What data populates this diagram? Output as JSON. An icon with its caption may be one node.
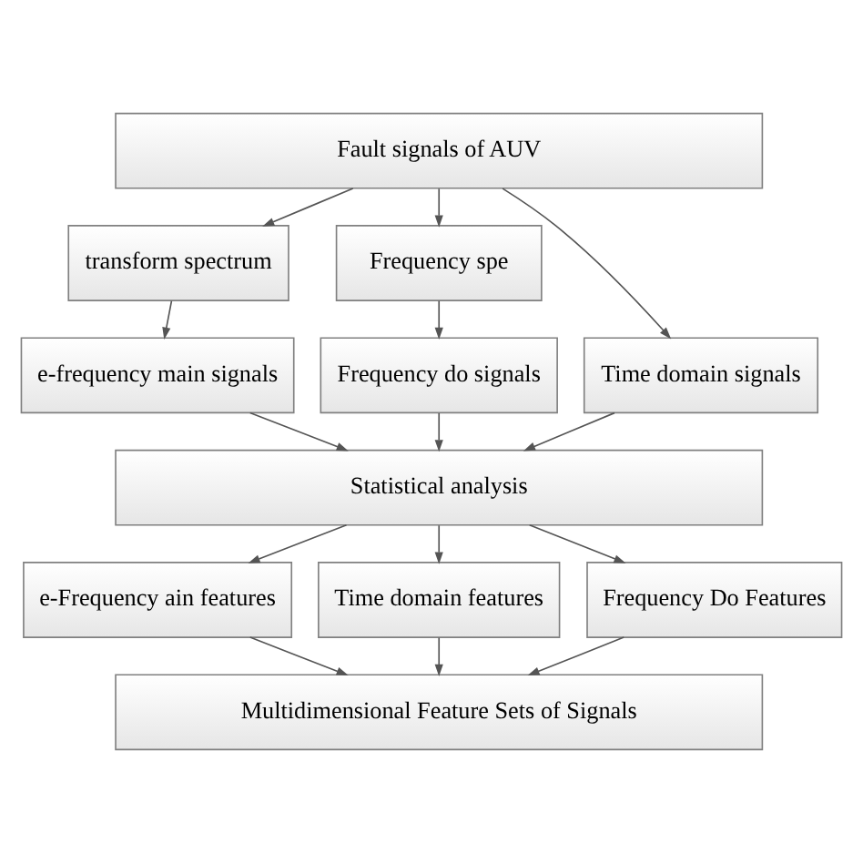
{
  "diagram": {
    "nodes": [
      {
        "text": [
          "Fault signals of AUV"
        ]
      },
      {
        "text": [
          "transform spectrum"
        ]
      },
      {
        "text": [
          "Frequency spe"
        ]
      },
      {
        "text": [
          "e-frequency main signals"
        ]
      },
      {
        "text": [
          "Time domain signals"
        ]
      },
      {
        "text": [
          "Frequency do signals"
        ]
      },
      {
        "text": [
          "Statistical analysis"
        ]
      },
      {
        "text": [
          "e-Frequency ain features"
        ]
      },
      {
        "text": [
          "Time domain features"
        ]
      },
      {
        "text": [
          "Frequency Do Features"
        ]
      },
      {
        "text": [
          "Multidimensional Feature Sets of Signals"
        ]
      }
    ],
    "edges": [
      {
        "from": 0,
        "to": 1,
        "arrow": "to"
      },
      {
        "from": 0,
        "to": 4,
        "arrow": "to"
      },
      {
        "from": 0,
        "to": 2,
        "arrow": "to"
      },
      {
        "from": 1,
        "to": 3,
        "arrow": "to"
      },
      {
        "from": 2,
        "to": 5,
        "arrow": "to"
      },
      {
        "from": 3,
        "to": 6,
        "arrow": "to"
      },
      {
        "from": 4,
        "to": 6,
        "arrow": "to"
      },
      {
        "from": 5,
        "to": 6,
        "arrow": "to"
      },
      {
        "from": 6,
        "to": 7,
        "arrow": "to"
      },
      {
        "from": 6,
        "to": 8,
        "arrow": "to"
      },
      {
        "from": 6,
        "to": 9,
        "arrow": "to"
      },
      {
        "from": 7,
        "to": 10,
        "arrow": "to"
      },
      {
        "from": 8,
        "to": 10,
        "arrow": "to"
      },
      {
        "from": 9,
        "to": 10,
        "arrow": "to"
      }
    ]
  }
}
